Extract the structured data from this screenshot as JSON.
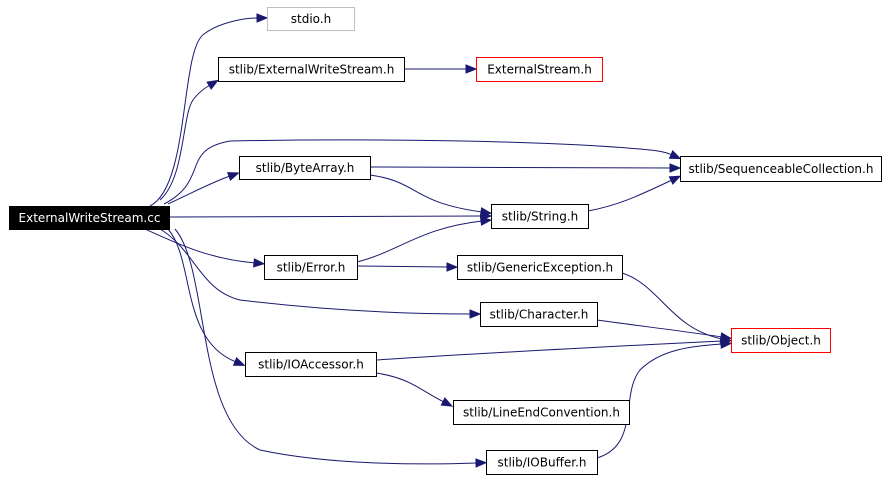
{
  "diagram": {
    "nodes": [
      {
        "id": "src",
        "label": "ExternalWriteStream.cc",
        "style": "root"
      },
      {
        "id": "stdio",
        "label": "stdio.h",
        "style": "external"
      },
      {
        "id": "ews",
        "label": "stlib/ExternalWriteStream.h",
        "style": "normal"
      },
      {
        "id": "es",
        "label": "ExternalStream.h",
        "style": "missing"
      },
      {
        "id": "seq",
        "label": "stlib/SequenceableCollection.h",
        "style": "normal"
      },
      {
        "id": "ba",
        "label": "stlib/ByteArray.h",
        "style": "normal"
      },
      {
        "id": "str",
        "label": "stlib/String.h",
        "style": "normal"
      },
      {
        "id": "err",
        "label": "stlib/Error.h",
        "style": "normal"
      },
      {
        "id": "gen",
        "label": "stlib/GenericException.h",
        "style": "normal"
      },
      {
        "id": "chr",
        "label": "stlib/Character.h",
        "style": "normal"
      },
      {
        "id": "obj",
        "label": "stlib/Object.h",
        "style": "missing"
      },
      {
        "id": "ioa",
        "label": "stlib/IOAccessor.h",
        "style": "normal"
      },
      {
        "id": "lec",
        "label": "stlib/LineEndConvention.h",
        "style": "normal"
      },
      {
        "id": "iob",
        "label": "stlib/IOBuffer.h",
        "style": "normal"
      }
    ],
    "edges": [
      {
        "from": "src",
        "to": "stdio"
      },
      {
        "from": "src",
        "to": "ews"
      },
      {
        "from": "ews",
        "to": "es"
      },
      {
        "from": "src",
        "to": "seq"
      },
      {
        "from": "src",
        "to": "ba"
      },
      {
        "from": "ba",
        "to": "seq"
      },
      {
        "from": "ba",
        "to": "str"
      },
      {
        "from": "src",
        "to": "str"
      },
      {
        "from": "str",
        "to": "seq"
      },
      {
        "from": "src",
        "to": "err"
      },
      {
        "from": "err",
        "to": "str"
      },
      {
        "from": "err",
        "to": "gen"
      },
      {
        "from": "gen",
        "to": "obj"
      },
      {
        "from": "src",
        "to": "chr"
      },
      {
        "from": "chr",
        "to": "obj"
      },
      {
        "from": "src",
        "to": "ioa"
      },
      {
        "from": "ioa",
        "to": "obj"
      },
      {
        "from": "ioa",
        "to": "lec"
      },
      {
        "from": "src",
        "to": "iob"
      },
      {
        "from": "iob",
        "to": "obj"
      }
    ],
    "colors": {
      "edge": "#191970",
      "root_fill": "#000000",
      "root_text": "#ffffff",
      "normal_border": "#000000",
      "external_border": "#bfbfbf",
      "missing_border": "#ff0000",
      "text": "#000000"
    }
  }
}
